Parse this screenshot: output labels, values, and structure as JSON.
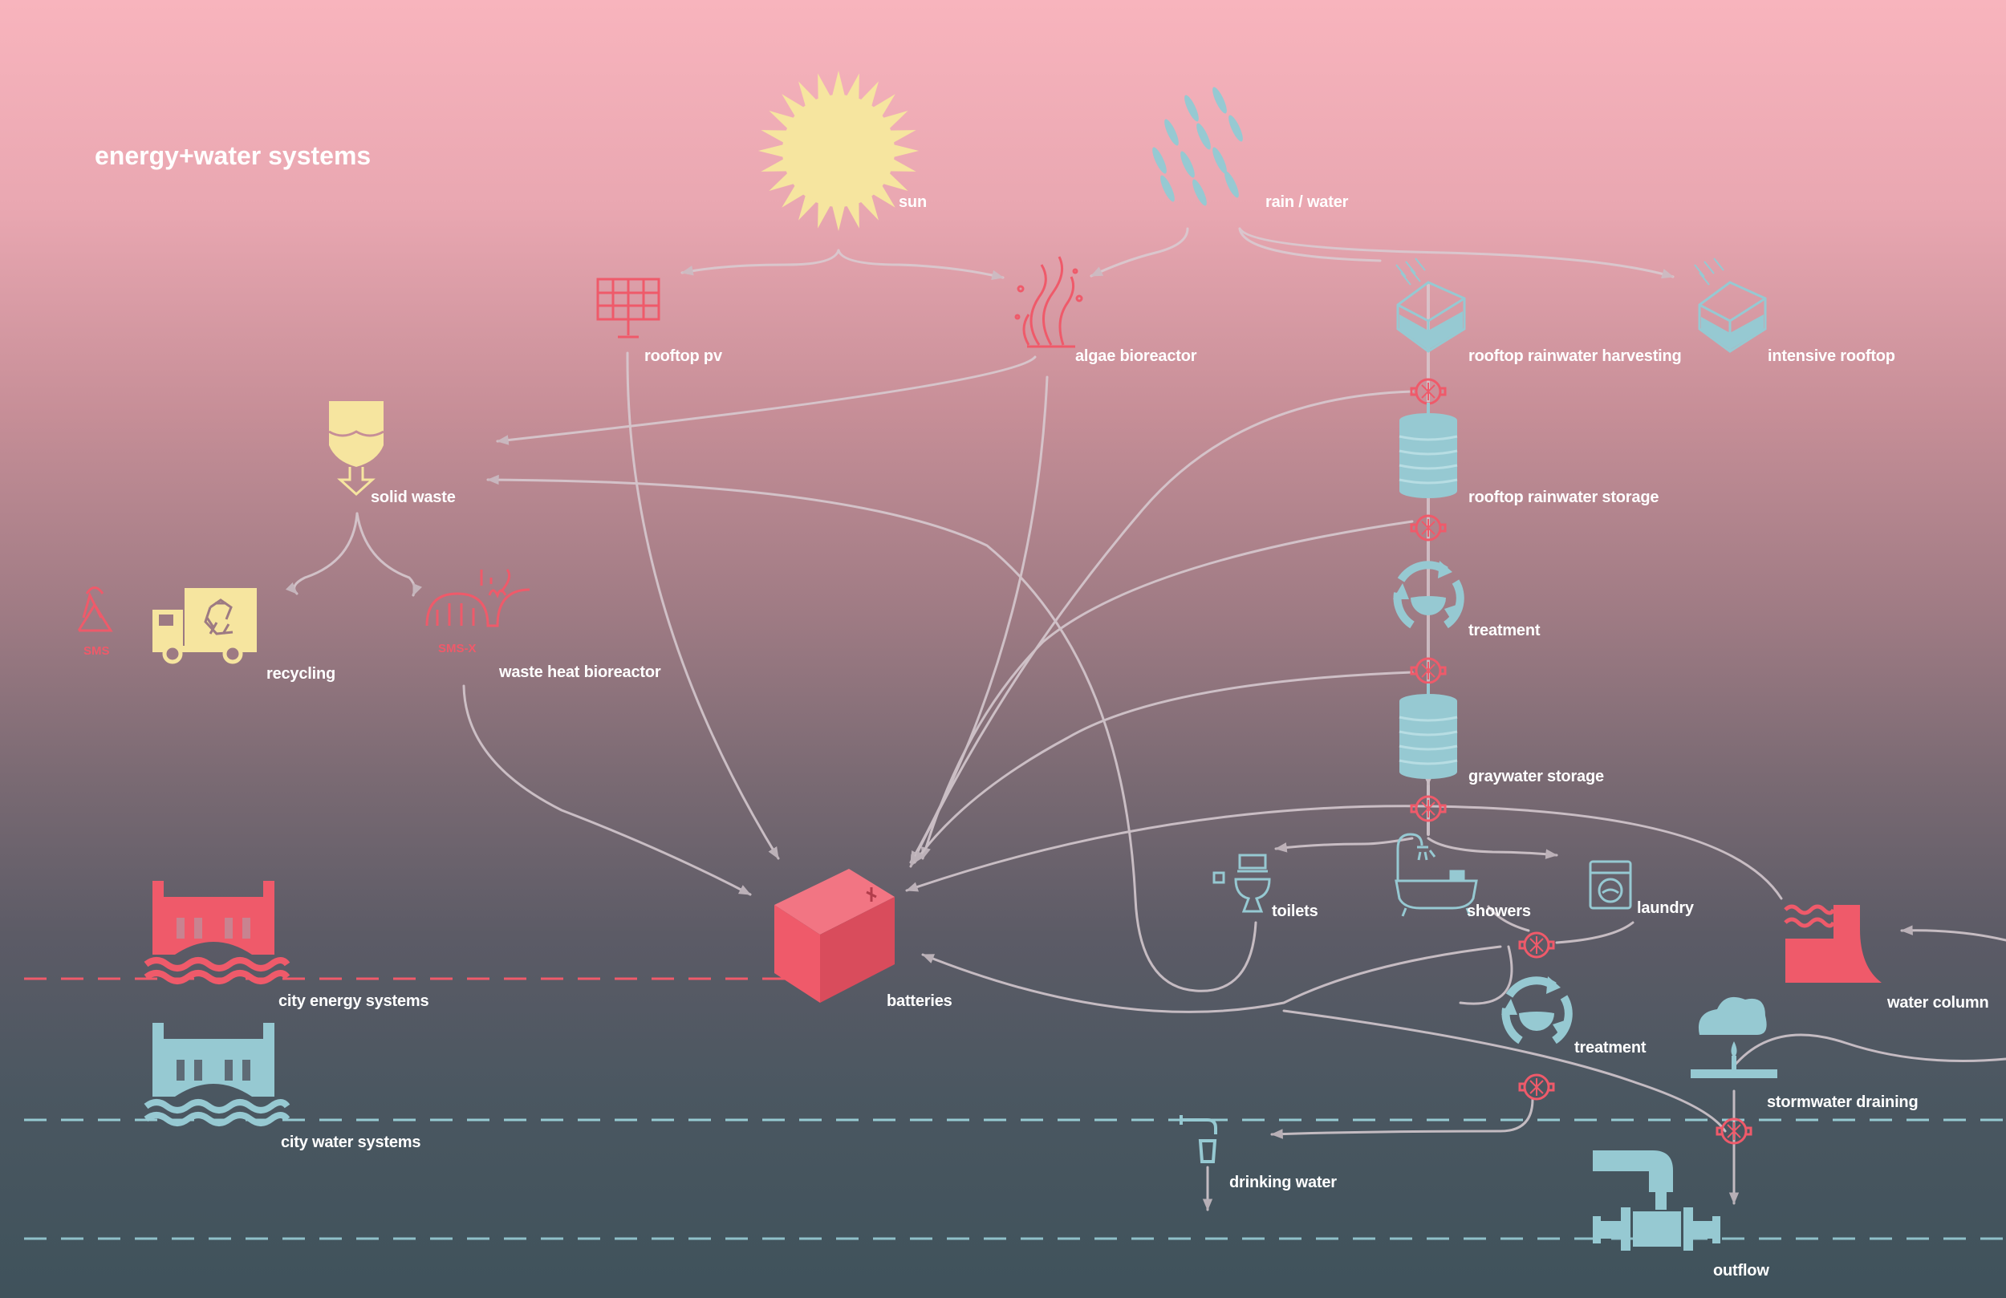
{
  "title": "energy+water systems",
  "nodes": {
    "sun": "sun",
    "rain": "rain / water",
    "rooftop_pv": "rooftop pv",
    "algae_bioreactor": "algae bioreactor",
    "rooftop_rainwater_harvesting": "rooftop rainwater harvesting",
    "intensive_rooftop": "intensive rooftop",
    "solid_waste": "solid waste",
    "rooftop_rainwater_storage": "rooftop rainwater storage",
    "treatment_upper": "treatment",
    "recycling": "recycling",
    "waste_heat_bioreactor": "waste heat bioreactor",
    "graywater_storage": "graywater storage",
    "toilets": "toilets",
    "showers": "showers",
    "laundry": "laundry",
    "city_energy_systems": "city energy systems",
    "batteries": "batteries",
    "water_column": "water column",
    "treatment_lower": "treatment",
    "city_water_systems": "city water systems",
    "stormwater_draining": "stormwater draining",
    "drinking_water": "drinking water",
    "outflow": "outflow"
  },
  "icon_labels": {
    "sms": "SMS",
    "sms_x": "SMS-X"
  },
  "colors": {
    "red": "#ef5a6a",
    "blue": "#96c9d2",
    "yellow": "#f6e59f",
    "flow": "#d9cdd3",
    "white": "#ffffff"
  },
  "icons": [
    "sun-icon",
    "rain-icon",
    "solar-panel-icon",
    "algae-icon",
    "rain-harvest-icon",
    "green-roof-icon",
    "waste-bin-icon",
    "water-tank-icon",
    "treatment-cycle-icon",
    "recycling-truck-icon",
    "bioreactor-icon",
    "pump-icon",
    "toilet-icon",
    "shower-icon",
    "washing-machine-icon",
    "bridge-icon",
    "battery-icon",
    "water-column-icon",
    "storm-cloud-icon",
    "faucet-icon",
    "outflow-pipe-icon"
  ]
}
